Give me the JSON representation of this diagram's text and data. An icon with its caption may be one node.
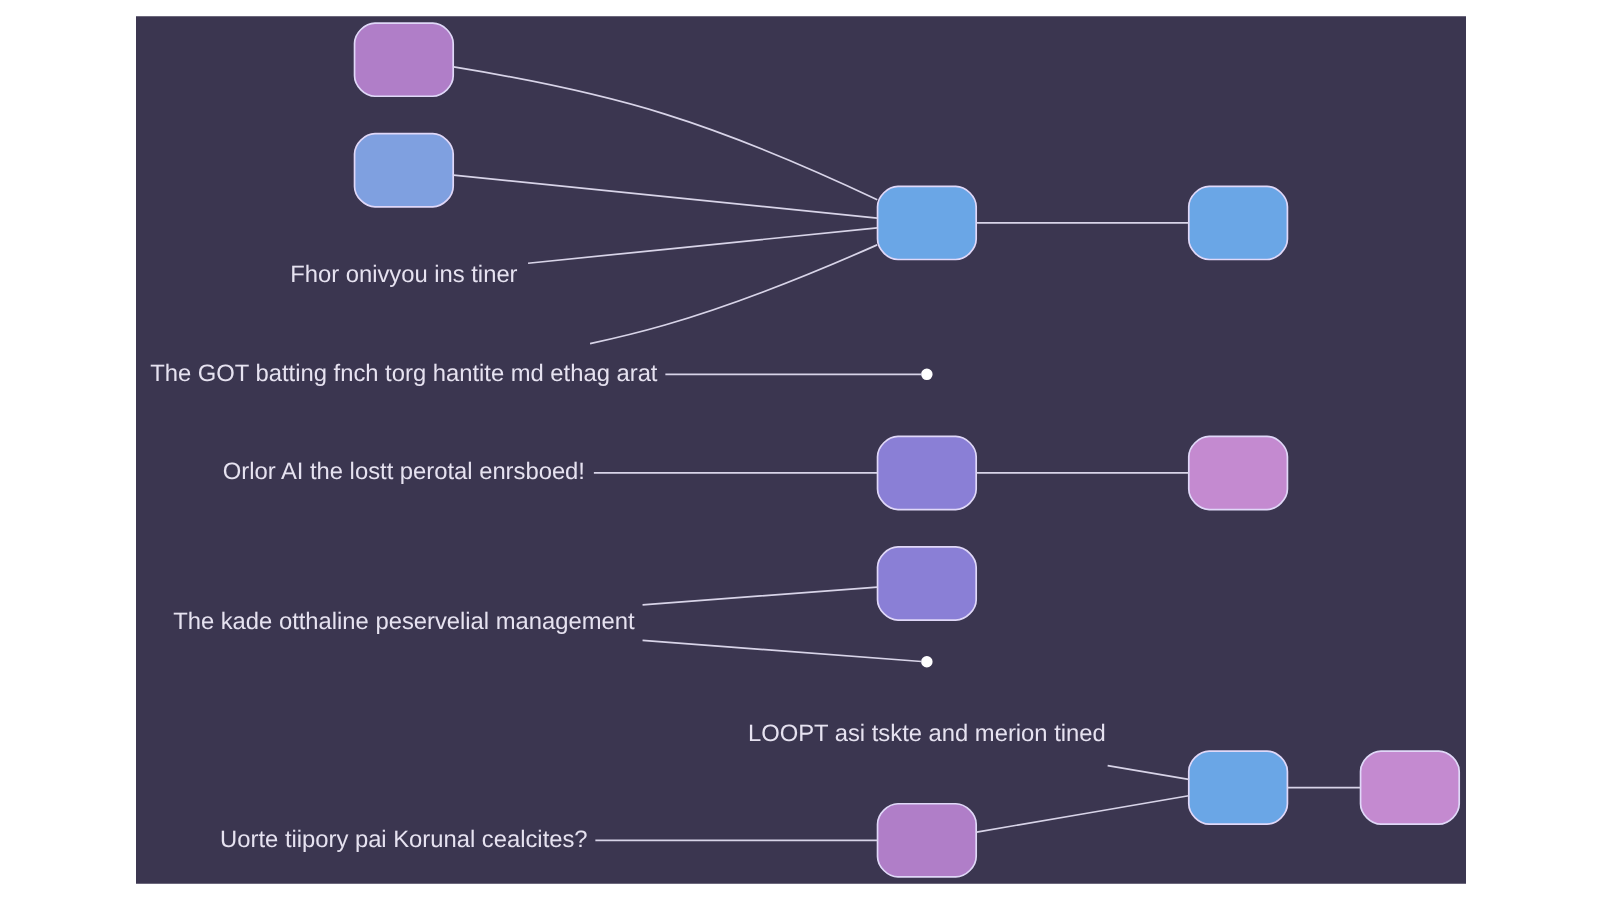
{
  "diagram": {
    "nodes": [
      {
        "text": [],
        "shape": "box"
      },
      {
        "text": [],
        "shape": "box"
      },
      {
        "text": [],
        "shape": "box"
      },
      {
        "text": [],
        "shape": "box"
      },
      {
        "text": [],
        "shape": "box"
      },
      {
        "text": [],
        "shape": "box"
      },
      {
        "text": [],
        "shape": "box"
      },
      {
        "text": [],
        "shape": "box"
      },
      {
        "text": [],
        "shape": "box"
      },
      {
        "text": [],
        "shape": "box"
      },
      {
        "text": [
          "The kade otthaline peservelial management"
        ]
      },
      {
        "text": [
          "Orlor AI the lostt perotal enrsboed!"
        ]
      },
      {
        "text": [
          "Uorte tiipory pai Korunal cealcites?"
        ]
      },
      {
        "text": [
          "LOOPT asi tskte and merion tined"
        ]
      },
      {
        "text": [
          "The GOT batting fnch torg hantite md ethag arat"
        ]
      },
      {
        "text": [
          "Fhor onivyou ins tiner"
        ]
      }
    ],
    "edges": [
      {
        "from": 0,
        "to": 3,
        "arrow": "none"
      },
      {
        "from": 2,
        "to": 5,
        "arrow": "none"
      },
      {
        "from": 4,
        "to": 7,
        "arrow": "none"
      },
      {
        "from": 3,
        "to": 6,
        "arrow": "none"
      },
      {
        "from": 7,
        "to": 9,
        "arrow": "none"
      },
      {
        "from": 8,
        "to": 7,
        "arrow": "none"
      },
      {
        "from": 10,
        "to": 1,
        "arrow": "none"
      },
      {
        "from": 10,
        "to": null,
        "arrow": "none"
      },
      {
        "from": 11,
        "to": 2,
        "arrow": "none"
      },
      {
        "from": 12,
        "to": 0,
        "arrow": "none"
      },
      {
        "from": 13,
        "to": 3,
        "arrow": "none"
      },
      {
        "from": 14,
        "to": 7,
        "arrow": "none"
      },
      {
        "from": 14,
        "to": null,
        "arrow": "none"
      },
      {
        "from": 15,
        "to": 7,
        "arrow": "none"
      }
    ]
  }
}
